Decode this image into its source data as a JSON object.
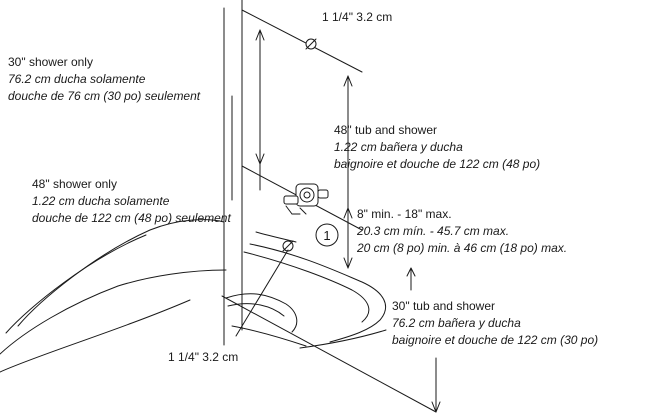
{
  "labels": {
    "pipe_top": "1 1/4\"  3.2 cm",
    "pipe_bottom": "1 1/4\"  3.2 cm",
    "shower30": {
      "en": "30\" shower only",
      "es": "76.2 cm ducha solamente",
      "fr": "douche de 76 cm (30 po) seulement"
    },
    "tub48": {
      "en": "48\" tub and shower",
      "es": "1.22 cm bañera y ducha",
      "fr": "baignoire et douche de 122 cm (48 po)"
    },
    "shower48": {
      "en": "48\" shower only",
      "es": "1.22 cm ducha solamente",
      "fr": "douche de 122 cm (48 po) seulement"
    },
    "range": {
      "en": "8\" min. - 18\" max.",
      "es": "20.3 cm mín. - 45.7 cm max.",
      "fr": "20 cm (8 po) min. à 46 cm (18 po) max."
    },
    "tub30": {
      "en": "30\" tub and shower",
      "es": "76.2 cm bañera y ducha",
      "fr": "baignoire et douche de 122 cm (30 po)"
    },
    "callout": "1"
  },
  "colors": {
    "line": "#1a1a1a"
  }
}
